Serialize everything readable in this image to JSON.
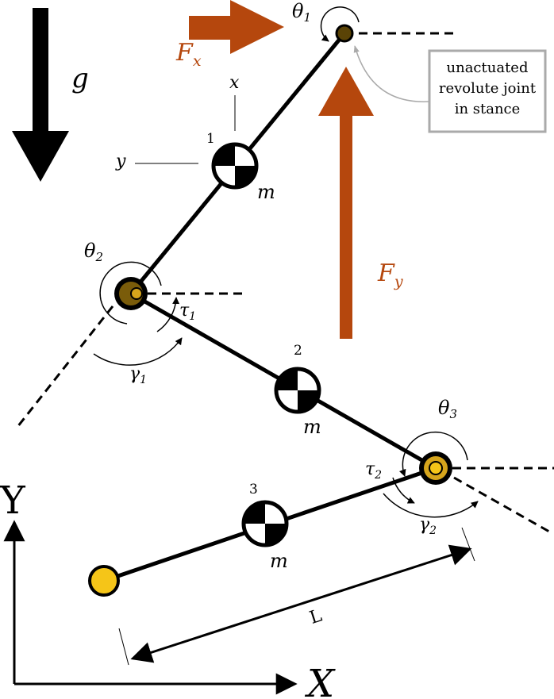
{
  "colors": {
    "force": "#b5470d",
    "joint_dark": "#7a5c0a",
    "joint_light": "#d6a51c",
    "foot": "#f5c518",
    "annotation_box": "#9a9a9a",
    "line": "#000000"
  },
  "labels": {
    "gravity": "g",
    "force_x_main": "F",
    "force_x_sub": "x",
    "force_y_main": "F",
    "force_y_sub": "y",
    "theta1_main": "θ",
    "theta1_sub": "1",
    "theta2_main": "θ",
    "theta2_sub": "2",
    "theta3_main": "θ",
    "theta3_sub": "3",
    "tau1_main": "τ",
    "tau1_sub": "1",
    "tau2_main": "τ",
    "tau2_sub": "2",
    "gamma1_main": "γ",
    "gamma1_sub": "1",
    "gamma2_main": "γ",
    "gamma2_sub": "2",
    "local_x": "x",
    "local_y": "y",
    "mass1_index": "1",
    "mass2_index": "2",
    "mass3_index": "3",
    "mass1_label": "m",
    "mass2_label": "m",
    "mass3_label": "m",
    "length_label": "L",
    "axis_x": "X",
    "axis_y": "Y",
    "annotation_line1": "unactuated",
    "annotation_line2": "revolute joint",
    "annotation_line3": "in stance"
  }
}
